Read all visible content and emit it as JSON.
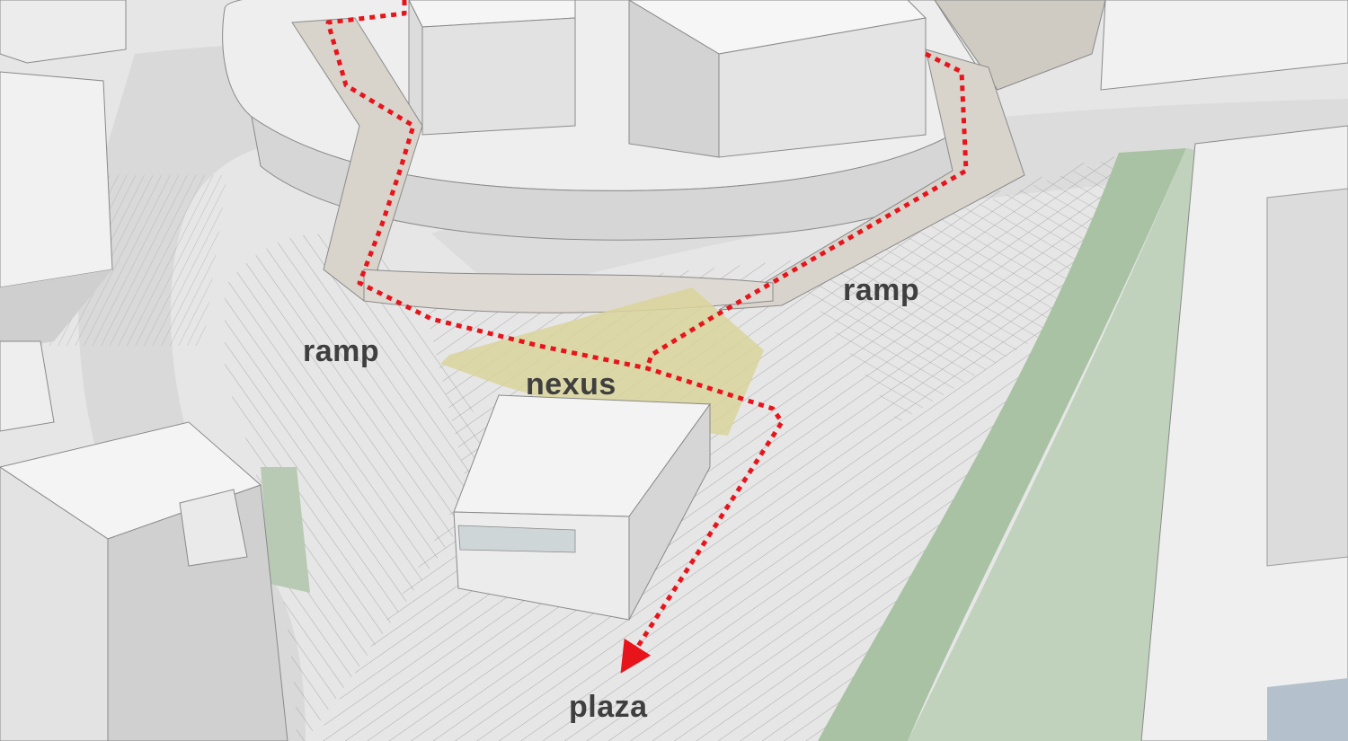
{
  "labels": {
    "ramp_left": "ramp",
    "ramp_right": "ramp",
    "nexus": "nexus",
    "plaza": "plaza"
  },
  "colors": {
    "ground": "#e9e9e9",
    "building_top": "#f2f2f2",
    "building_side": "#d2d2d2",
    "building_shadow": "#bdbdbd",
    "green_space": "#a9c2a4",
    "nexus_zone": "#d9d39a",
    "ramp_deck": "#d8d4cc",
    "path": "#e8141c",
    "hatch": "#9a9a9a",
    "label_text": "#3f3f3f"
  },
  "path_style": "dotted-red-arrow"
}
